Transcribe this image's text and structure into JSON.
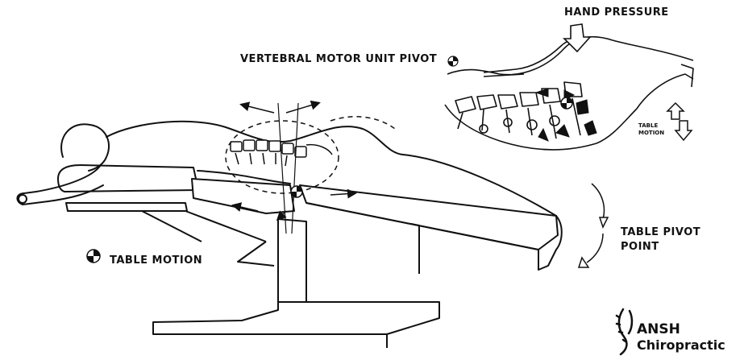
{
  "labels": {
    "hand_pressure": "HAND PRESSURE",
    "vertebral_pivot": "VERTEBRAL MOTOR UNIT PIVOT",
    "table_motion_inset_line1": "TABLE",
    "table_motion_inset_line2": "MOTION",
    "table_pivot_line1": "TABLE PIVOT",
    "table_pivot_line2": "POINT",
    "table_motion_legend": "TABLE MOTION"
  },
  "logo": {
    "line1": "ANSH",
    "line2": "Chiropractic"
  },
  "icons": {
    "pivot_symbol": "pivot-quarter-circle-icon",
    "spine_logo": "spine-logo-icon"
  },
  "colors": {
    "ink": "#111111",
    "paper": "#ffffff"
  }
}
